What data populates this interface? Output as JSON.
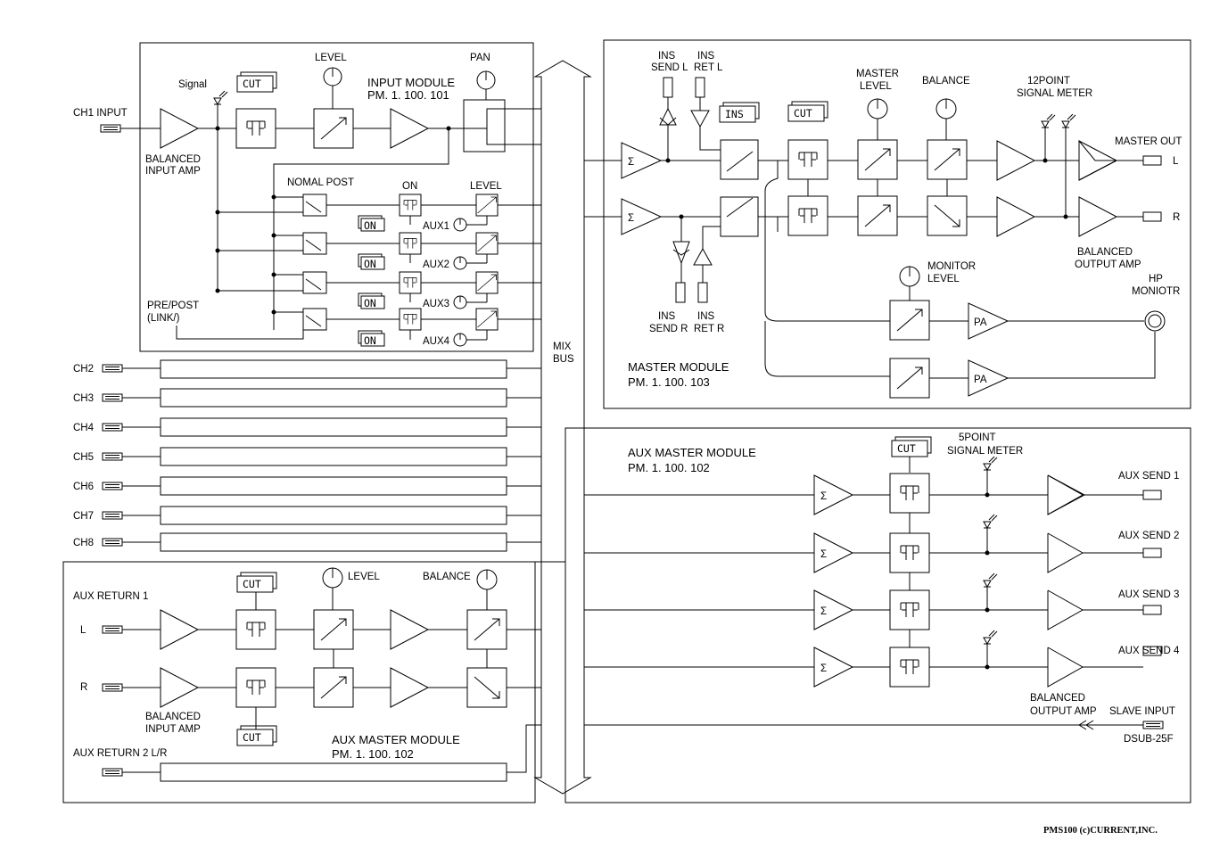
{
  "colors": {
    "ink": "#000000",
    "paper": "#ffffff"
  },
  "input_module": {
    "ch1_input": "CH1 INPUT",
    "signal": "Signal",
    "cut": "CUT",
    "level": "LEVEL",
    "title": "INPUT MODULE",
    "part": "PM. 1. 100. 101",
    "pan": "PAN",
    "balanced_input_amp_1": "BALANCED",
    "balanced_input_amp_2": "INPUT AMP",
    "normal_post": "NOMAL POST",
    "on_label": "ON",
    "aux_level": "LEVEL",
    "on_button": "ON",
    "aux1": "AUX1",
    "aux2": "AUX2",
    "aux3": "AUX3",
    "aux4": "AUX4",
    "prepost_1": "PRE/POST",
    "prepost_2": "(LINK/)"
  },
  "channels": [
    "CH2",
    "CH3",
    "CH4",
    "CH5",
    "CH6",
    "CH7",
    "CH8"
  ],
  "mix_bus": {
    "line1": "MIX",
    "line2": "BUS"
  },
  "master_module": {
    "ins_send_l_1": "INS",
    "ins_send_l_2": "SEND L",
    "ins_ret_l_1": "INS",
    "ins_ret_l_2": "RET L",
    "ins_box": "INS",
    "cut": "CUT",
    "master_level_1": "MASTER",
    "master_level_2": "LEVEL",
    "balance": "BALANCE",
    "meter_1": "12POINT",
    "meter_2": "SIGNAL METER",
    "master_out": "MASTER OUT",
    "out_l": "L",
    "out_r": "R",
    "balanced_output_amp_1": "BALANCED",
    "balanced_output_amp_2": "OUTPUT AMP",
    "monitor_level_1": "MONITOR",
    "monitor_level_2": "LEVEL",
    "hp_1": "HP",
    "hp_2": "MONIOTR",
    "ins_send_r_1": "INS",
    "ins_send_r_2": "SEND R",
    "ins_ret_r_1": "INS",
    "ins_ret_r_2": "RET R",
    "pa": "PA",
    "title": "MASTER MODULE",
    "part": "PM. 1. 100. 103"
  },
  "aux_master": {
    "title": "AUX MASTER MODULE",
    "part": "PM. 1. 100. 102",
    "cut": "CUT",
    "meter_1": "5POINT",
    "meter_2": "SIGNAL METER",
    "sends": [
      "AUX SEND 1",
      "AUX SEND 2",
      "AUX SEND 3",
      "AUX SEND 4"
    ],
    "balanced_output_amp_1": "BALANCED",
    "balanced_output_amp_2": "OUTPUT AMP",
    "slave_input": "SLAVE INPUT",
    "dsub": "DSUB-25F"
  },
  "aux_return": {
    "aux_return_1": "AUX RETURN 1",
    "l": "L",
    "r": "R",
    "cut": "CUT",
    "level": "LEVEL",
    "balance": "BALANCE",
    "balanced_input_amp_1": "BALANCED",
    "balanced_input_amp_2": "INPUT AMP",
    "title": "AUX MASTER MODULE",
    "part": "PM. 1. 100. 102",
    "aux_return_2": "AUX RETURN 2 L/R"
  },
  "footer": "PMS100 (c)CURRENT,INC."
}
